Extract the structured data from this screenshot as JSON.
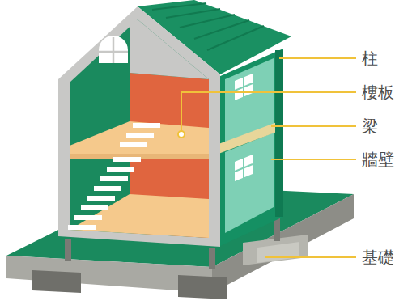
{
  "diagram": {
    "labels": [
      "柱",
      "樓板",
      "梁",
      "牆壁",
      "基礎"
    ]
  }
}
